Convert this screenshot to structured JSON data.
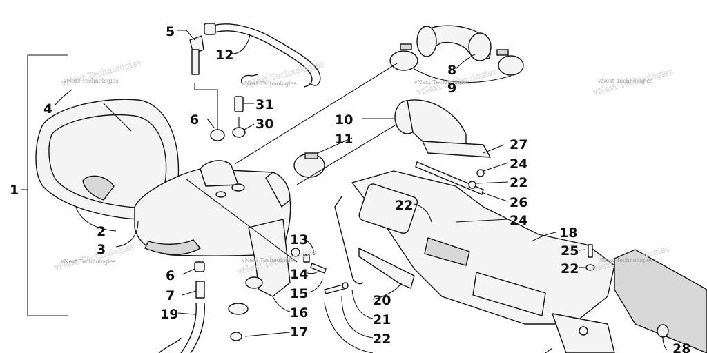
{
  "callouts": {
    "c1": "1",
    "c2": "2",
    "c3": "3",
    "c4": "4",
    "c5": "5",
    "c6a": "6",
    "c6b": "6",
    "c7": "7",
    "c8": "8",
    "c9": "9",
    "c10": "10",
    "c11": "11",
    "c12": "12",
    "c13": "13",
    "c14": "14",
    "c15": "15",
    "c16": "16",
    "c17": "17",
    "c18": "18",
    "c19": "19",
    "c20": "20",
    "c21": "21",
    "c22a": "22",
    "c22b": "22",
    "c22c": "22",
    "c22d": "22",
    "c24a": "24",
    "c24b": "24",
    "c25": "25",
    "c26": "26",
    "c27": "27",
    "c28": "28",
    "c30": "30",
    "c31": "31"
  },
  "watermark": {
    "text": "vNext Technologies"
  },
  "colors": {
    "ink": "#111111",
    "paper": "#ffffff",
    "watermark": "#9a9a9a"
  }
}
